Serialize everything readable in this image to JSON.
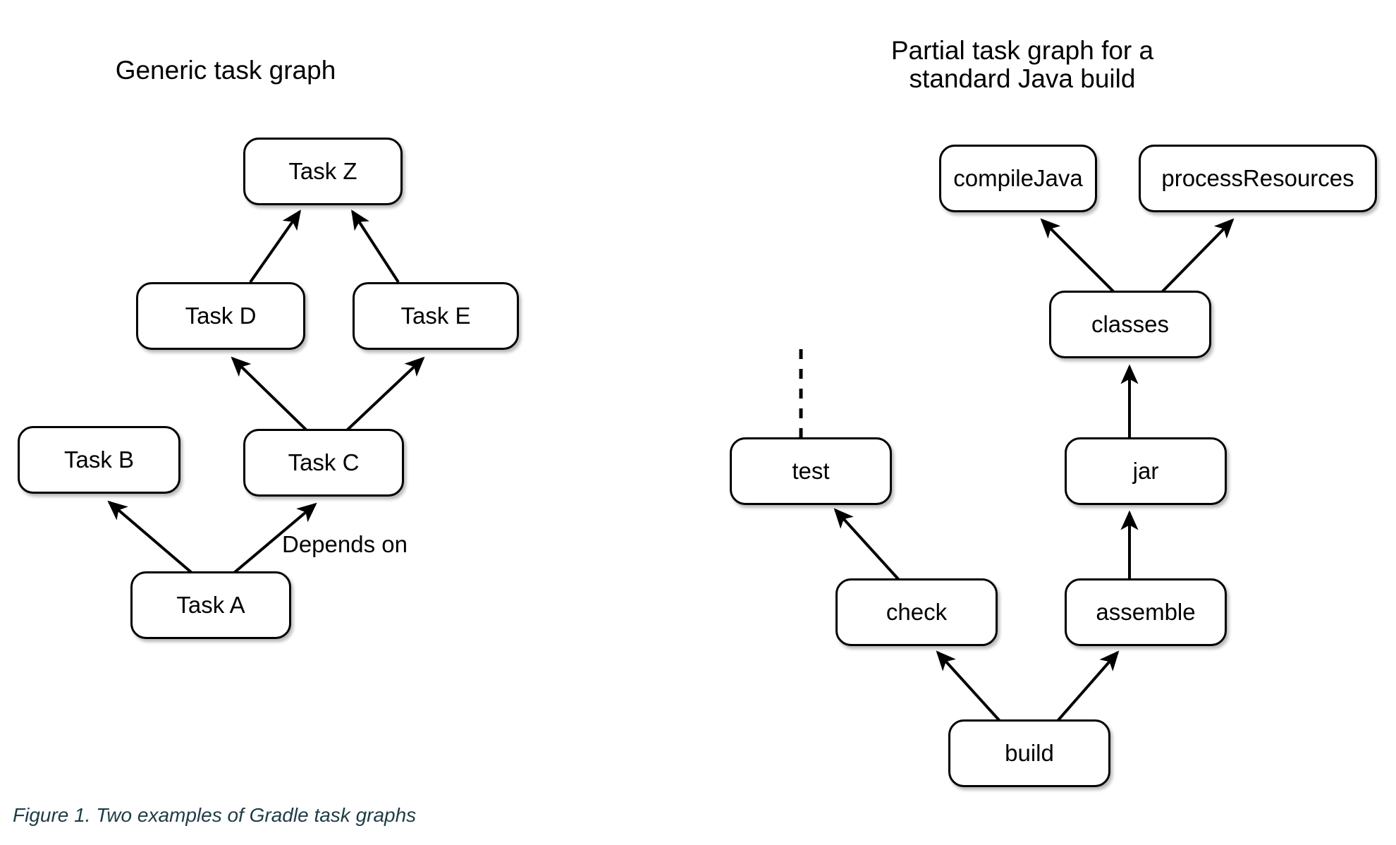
{
  "figure": {
    "caption": "Figure 1. Two examples of Gradle task graphs"
  },
  "left_graph": {
    "title": "Generic task graph",
    "nodes": [
      {
        "id": "taskZ",
        "label": "Task Z"
      },
      {
        "id": "taskD",
        "label": "Task D"
      },
      {
        "id": "taskE",
        "label": "Task E"
      },
      {
        "id": "taskB",
        "label": "Task B"
      },
      {
        "id": "taskC",
        "label": "Task C"
      },
      {
        "id": "taskA",
        "label": "Task A"
      }
    ],
    "edges": [
      {
        "from": "taskA",
        "to": "taskB",
        "style": "solid"
      },
      {
        "from": "taskA",
        "to": "taskC",
        "style": "solid",
        "label": "Depends on"
      },
      {
        "from": "taskC",
        "to": "taskD",
        "style": "solid"
      },
      {
        "from": "taskC",
        "to": "taskE",
        "style": "solid"
      },
      {
        "from": "taskD",
        "to": "taskZ",
        "style": "solid"
      },
      {
        "from": "taskE",
        "to": "taskZ",
        "style": "solid"
      }
    ],
    "edge_label": "Depends on"
  },
  "right_graph": {
    "title": "Partial task graph for a\nstandard Java build",
    "nodes": [
      {
        "id": "compileJava",
        "label": "compileJava"
      },
      {
        "id": "processResources",
        "label": "processResources"
      },
      {
        "id": "classes",
        "label": "classes"
      },
      {
        "id": "test",
        "label": "test"
      },
      {
        "id": "jar",
        "label": "jar"
      },
      {
        "id": "check",
        "label": "check"
      },
      {
        "id": "assemble",
        "label": "assemble"
      },
      {
        "id": "build",
        "label": "build"
      }
    ],
    "edges": [
      {
        "from": "classes",
        "to": "compileJava",
        "style": "solid"
      },
      {
        "from": "classes",
        "to": "processResources",
        "style": "solid"
      },
      {
        "from": "jar",
        "to": "classes",
        "style": "solid"
      },
      {
        "from": "assemble",
        "to": "jar",
        "style": "solid"
      },
      {
        "from": "check",
        "to": "test",
        "style": "solid"
      },
      {
        "from": "build",
        "to": "check",
        "style": "solid"
      },
      {
        "from": "build",
        "to": "assemble",
        "style": "solid"
      },
      {
        "from": "test",
        "to": null,
        "style": "dashed"
      }
    ]
  },
  "colors": {
    "node_border": "#000000",
    "node_fill": "#ffffff",
    "text": "#000000",
    "caption": "#1d3c47",
    "background": "#ffffff"
  }
}
